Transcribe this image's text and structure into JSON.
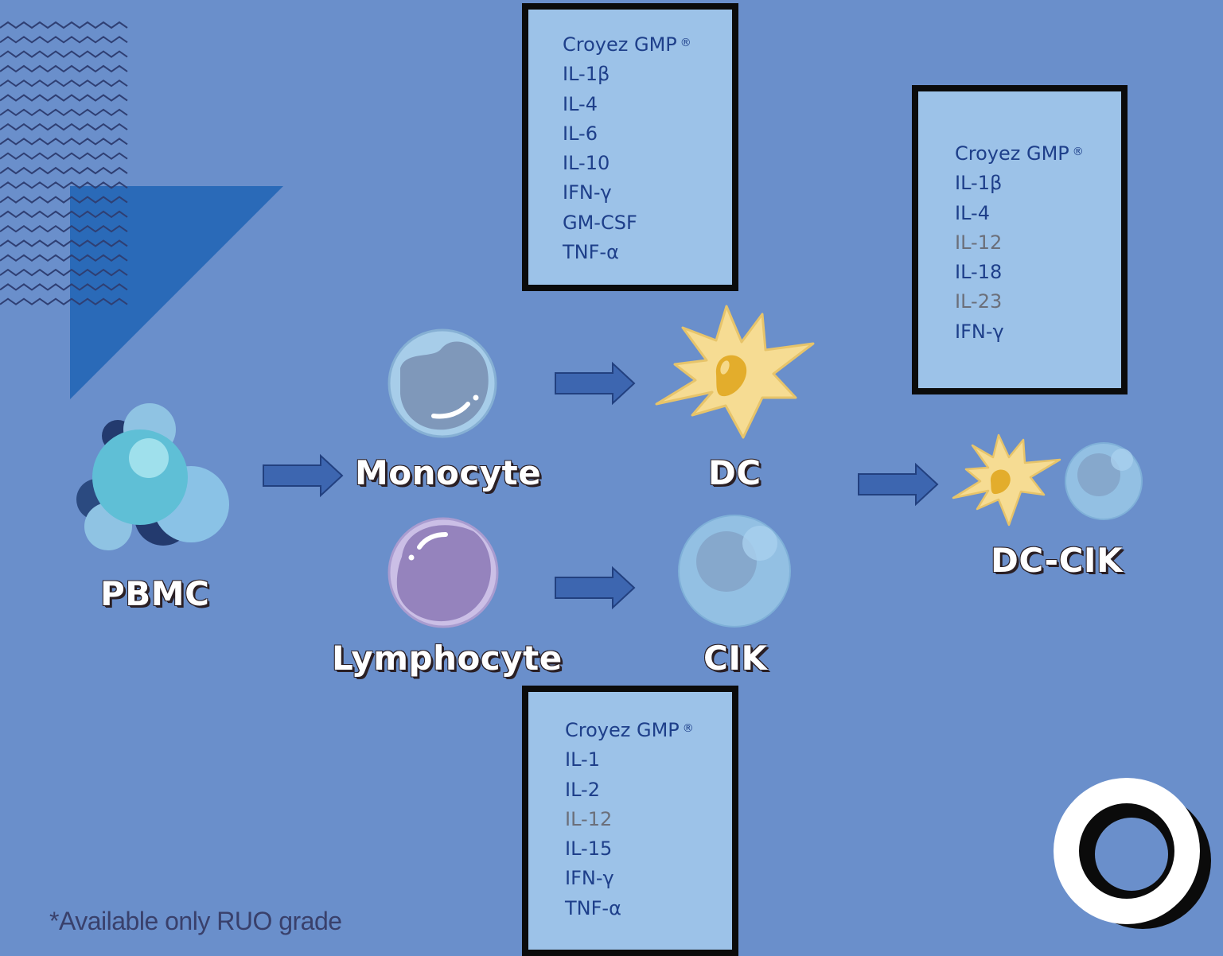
{
  "cells": {
    "pbmc": "PBMC",
    "monocyte": "Monocyte",
    "lymphocyte": "Lymphocyte",
    "dc": "DC",
    "cik": "CIK",
    "dc_cik": "DC-CIK"
  },
  "boxes": {
    "dc_box": {
      "items": [
        {
          "text": "Croyez GMP",
          "mark": "®",
          "muted": false
        },
        {
          "text": "IL-1β",
          "muted": false
        },
        {
          "text": "IL-4",
          "muted": false
        },
        {
          "text": "IL-6",
          "muted": false
        },
        {
          "text": "IL-10",
          "muted": false
        },
        {
          "text": "IFN-γ",
          "muted": false
        },
        {
          "text": "GM-CSF",
          "muted": false
        },
        {
          "text": "TNF-α",
          "muted": false
        }
      ]
    },
    "dc_cik_box": {
      "items": [
        {
          "text": "Croyez GMP",
          "mark": "®",
          "muted": false
        },
        {
          "text": "IL-1β",
          "muted": false
        },
        {
          "text": "IL-4",
          "muted": false
        },
        {
          "text": "IL-12",
          "muted": true
        },
        {
          "text": "IL-18",
          "muted": false
        },
        {
          "text": "IL-23",
          "muted": true
        },
        {
          "text": "IFN-γ",
          "muted": false
        }
      ]
    },
    "cik_box": {
      "items": [
        {
          "text": "Croyez GMP",
          "mark": "®",
          "muted": false
        },
        {
          "text": "IL-1",
          "muted": false
        },
        {
          "text": "IL-2",
          "muted": false
        },
        {
          "text": "IL-12",
          "muted": true
        },
        {
          "text": "IL-15",
          "muted": false
        },
        {
          "text": "IFN-γ",
          "muted": false
        },
        {
          "text": "TNF-α",
          "muted": false
        }
      ]
    }
  },
  "footnote": "*Available only RUO grade",
  "colors": {
    "background": "#6a8fcb",
    "box_fill": "#9cc2e8",
    "box_text": "#1e3f8a",
    "muted_text": "#6b6f7a",
    "arrow": "#3d66b0",
    "triangle": "#2a6ab8",
    "dc_cell": "#f6dc93",
    "dc_nucleus": "#e3ad2c"
  }
}
